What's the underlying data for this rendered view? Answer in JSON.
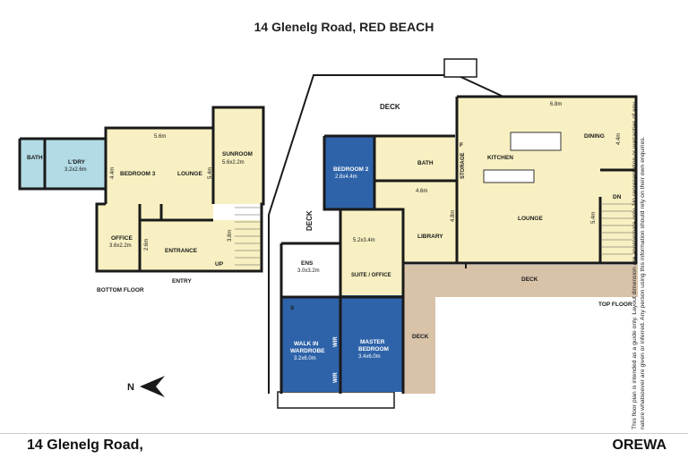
{
  "header": {
    "title_a": "14 Glenelg Road,",
    "title_b": "RED BEACH"
  },
  "floors": {
    "bottom": "BOTTOM FLOOR",
    "top": "TOP FLOOR"
  },
  "compass": "N",
  "colors": {
    "yellow": "#f8f0c2",
    "blue": "#2e63a9",
    "bath": "#b3dbe6",
    "deck": "#d8c2a8",
    "wall": "#1a1a1a"
  },
  "rooms": {
    "bath_bottom": {
      "name": "BATH"
    },
    "laundry": {
      "name": "L'DRY",
      "dim": "3.2x2.6m"
    },
    "bedroom3": {
      "name": "BEDROOM 3",
      "w": "5.6m",
      "h": "4.4m"
    },
    "lounge_bottom": {
      "name": "LOUNGE",
      "h": "5.4m"
    },
    "sunroom": {
      "name": "SUNROOM",
      "dim": "5.6x2.2m"
    },
    "office": {
      "name": "OFFICE",
      "dim": "3.6x2.2m",
      "w": "2.6m"
    },
    "entrance": {
      "name": "ENTRANCE",
      "h": "3.8m"
    },
    "entry": "ENTRY",
    "up": "UP",
    "deck_top": "DECK",
    "deck_left": "DECK",
    "deck_right": "DECK",
    "deck_bottom": "DECK",
    "bedroom2": {
      "name": "BEDROOM 2",
      "dim": "2.8x4.4m"
    },
    "bath_top": {
      "name": "BATH"
    },
    "storage": "STORAGE",
    "fridge": "F",
    "kitchen": "KITCHEN",
    "dining": {
      "name": "DINING",
      "w": "6.8m",
      "h": "4.4m"
    },
    "dn": "DN",
    "lounge_top": {
      "name": "LOUNGE",
      "h": "5.4m"
    },
    "library": {
      "name": "LIBRARY",
      "w": "4.6m",
      "h": "4.8m"
    },
    "suite": {
      "name": "SUITE / OFFICE",
      "dim": "5.2x3.4m"
    },
    "ens": {
      "name": "ENS",
      "dim": "3.0x3.2m"
    },
    "s": "S",
    "wardrobe": {
      "name_1": "WALK IN",
      "name_2": "WARDROBE",
      "dim": "3.2x6.0m"
    },
    "wir_1": "WIR",
    "wir_2": "WIR",
    "master": {
      "name_1": "MASTER",
      "name_2": "BEDROOM",
      "dim": "3.4x6.0m"
    }
  },
  "disclaimer": "This floor plan is intended as a guide only. Layout dimension are approximate only. No representation or warranties of any nature whatsoever are given or inferred. Any person using this information should rely on their own enquiries.",
  "footer": {
    "left": "14 Glenelg Road,",
    "right": "OREWA"
  }
}
